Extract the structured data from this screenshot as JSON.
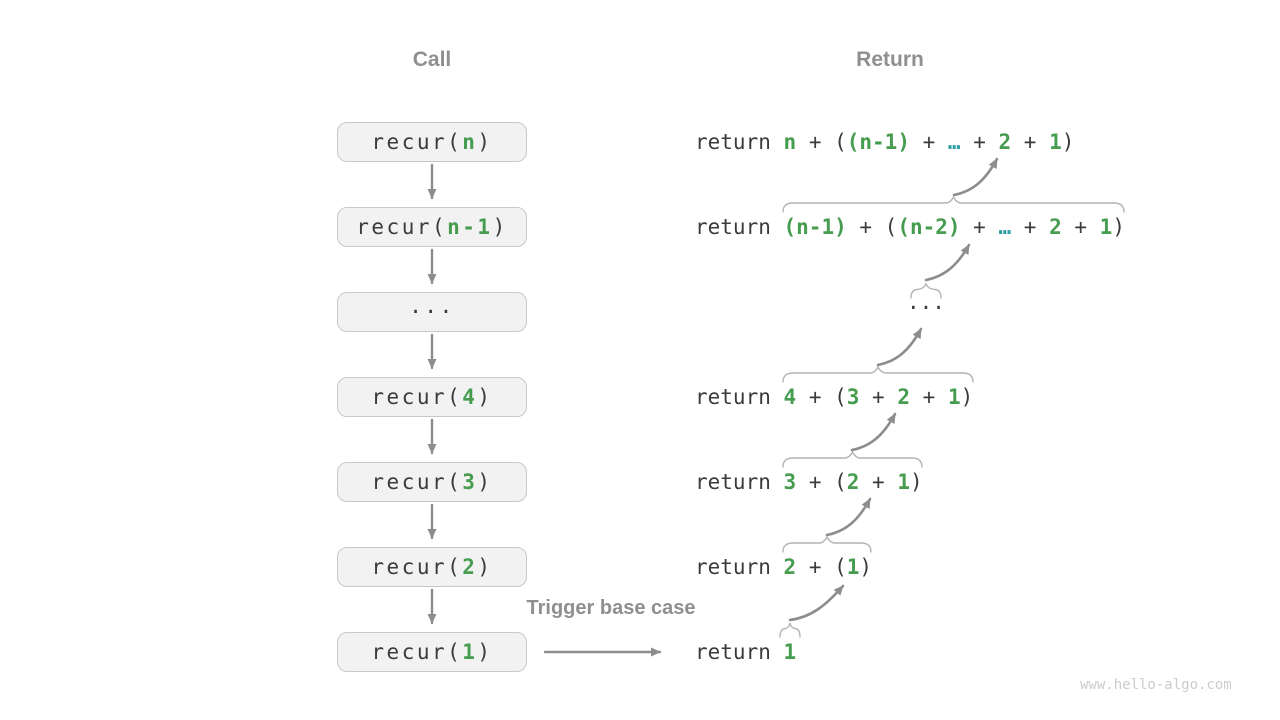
{
  "colors": {
    "green": "#469c4f",
    "teal": "#2f9ca6",
    "dark": "#3b3b3b",
    "gray": "#8f8f8f",
    "box_fill": "#f2f2f2",
    "box_border": "#c9c9c9",
    "arrow": "#8d8d8d",
    "brace": "#b4b4b4",
    "watermark": "#cccccc"
  },
  "headers": {
    "call": "Call",
    "return": "Return"
  },
  "call_column": {
    "boxes": [
      {
        "pre": "recur(",
        "arg": "n",
        "post": ")"
      },
      {
        "pre": "recur(",
        "arg": "n-1",
        "post": ")"
      },
      {
        "pre": "···",
        "arg": "",
        "post": ""
      },
      {
        "pre": "recur(",
        "arg": "4",
        "post": ")"
      },
      {
        "pre": "recur(",
        "arg": "3",
        "post": ")"
      },
      {
        "pre": "recur(",
        "arg": "2",
        "post": ")"
      },
      {
        "pre": "recur(",
        "arg": "1",
        "post": ")"
      }
    ]
  },
  "trigger_label": "Trigger base case",
  "returns": {
    "ellipsis": "···",
    "lines": [
      {
        "segs": [
          {
            "t": "return ",
            "c": "d"
          },
          {
            "t": "n",
            "c": "g"
          },
          {
            "t": " + (",
            "c": "d"
          },
          {
            "t": "(n-1)",
            "c": "g"
          },
          {
            "t": " + ",
            "c": "d"
          },
          {
            "t": "…",
            "c": "t"
          },
          {
            "t": " + ",
            "c": "d"
          },
          {
            "t": "2",
            "c": "g"
          },
          {
            "t": " + ",
            "c": "d"
          },
          {
            "t": "1",
            "c": "g"
          },
          {
            "t": ")",
            "c": "d"
          }
        ]
      },
      {
        "segs": [
          {
            "t": "return ",
            "c": "d"
          },
          {
            "t": "(n-1)",
            "c": "g"
          },
          {
            "t": " + (",
            "c": "d"
          },
          {
            "t": "(n-2)",
            "c": "g"
          },
          {
            "t": " + ",
            "c": "d"
          },
          {
            "t": "…",
            "c": "t"
          },
          {
            "t": " + ",
            "c": "d"
          },
          {
            "t": "2",
            "c": "g"
          },
          {
            "t": " + ",
            "c": "d"
          },
          {
            "t": "1",
            "c": "g"
          },
          {
            "t": ")",
            "c": "d"
          }
        ]
      },
      {
        "segs": [
          {
            "t": "return ",
            "c": "d"
          },
          {
            "t": "4",
            "c": "g"
          },
          {
            "t": " + (",
            "c": "d"
          },
          {
            "t": "3",
            "c": "g"
          },
          {
            "t": " + ",
            "c": "d"
          },
          {
            "t": "2",
            "c": "g"
          },
          {
            "t": " + ",
            "c": "d"
          },
          {
            "t": "1",
            "c": "g"
          },
          {
            "t": ")",
            "c": "d"
          }
        ]
      },
      {
        "segs": [
          {
            "t": "return ",
            "c": "d"
          },
          {
            "t": "3",
            "c": "g"
          },
          {
            "t": " + (",
            "c": "d"
          },
          {
            "t": "2",
            "c": "g"
          },
          {
            "t": " + ",
            "c": "d"
          },
          {
            "t": "1",
            "c": "g"
          },
          {
            "t": ")",
            "c": "d"
          }
        ]
      },
      {
        "segs": [
          {
            "t": "return ",
            "c": "d"
          },
          {
            "t": "2",
            "c": "g"
          },
          {
            "t": " + (",
            "c": "d"
          },
          {
            "t": "1",
            "c": "g"
          },
          {
            "t": ")",
            "c": "d"
          }
        ]
      },
      {
        "segs": [
          {
            "t": "return ",
            "c": "d"
          },
          {
            "t": "1",
            "c": "g"
          }
        ]
      }
    ]
  },
  "watermark": "www.hello-algo.com"
}
